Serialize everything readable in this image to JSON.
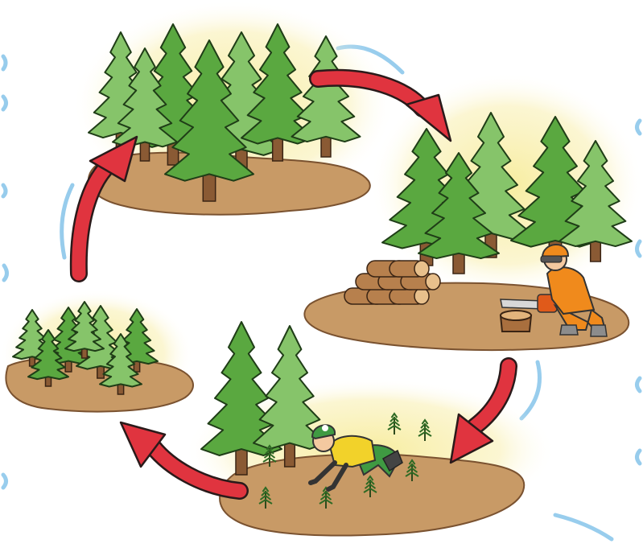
{
  "diagram": {
    "type": "cycle",
    "stages": [
      {
        "id": "mature-forest",
        "order": 1
      },
      {
        "id": "harvesting",
        "order": 2
      },
      {
        "id": "replanting",
        "order": 3
      },
      {
        "id": "young-forest",
        "order": 4
      }
    ],
    "arrows": [
      {
        "from": "mature-forest",
        "to": "harvesting"
      },
      {
        "from": "harvesting",
        "to": "replanting"
      },
      {
        "from": "replanting",
        "to": "young-forest"
      },
      {
        "from": "young-forest",
        "to": "mature-forest"
      }
    ]
  },
  "colors": {
    "background": "#ffffff",
    "arrow": "#e0343f",
    "arrow_outline": "#2a1a1a",
    "tree_fill": "#5aa840",
    "tree_fill_light": "#86c46a",
    "tree_outline": "#1f3d17",
    "trunk": "#8a5a34",
    "ground": "#c89a66",
    "ground_shadow": "#a7744a",
    "glow": "#f7ec9a",
    "accent_blue": "#7ec0e8",
    "logger_orange": "#f08a1c",
    "planter_yellow": "#f2d22a",
    "cap_green": "#3f9a42",
    "log_wood": "#b7804d"
  }
}
